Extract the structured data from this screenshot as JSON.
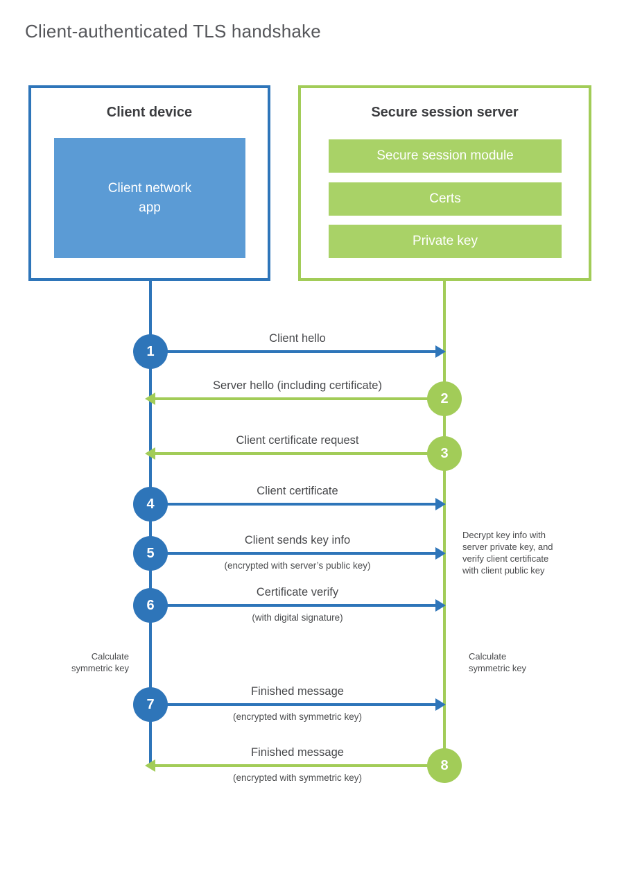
{
  "page": {
    "title": "Client-authenticated TLS handshake"
  },
  "colors": {
    "blue_line": "#2e75b9",
    "blue_fill": "#5b9bd5",
    "green_line": "#a2cc58",
    "green_fill": "#a9d267",
    "text_dark": "#3c3d40",
    "text_gray": "#47484b"
  },
  "client_box": {
    "title": "Client device",
    "app_label": "Client network\napp"
  },
  "server_box": {
    "title": "Secure session server",
    "modules": [
      "Secure session module",
      "Certs",
      "Private key"
    ]
  },
  "messages": [
    {
      "num": "1",
      "label": "Client hello",
      "sublabel": "",
      "direction": "right",
      "color": "blue"
    },
    {
      "num": "2",
      "label": "Server hello (including certificate)",
      "sublabel": "",
      "direction": "left",
      "color": "green"
    },
    {
      "num": "3",
      "label": "Client certificate request",
      "sublabel": "",
      "direction": "left",
      "color": "green"
    },
    {
      "num": "4",
      "label": "Client certificate",
      "sublabel": "",
      "direction": "right",
      "color": "blue"
    },
    {
      "num": "5",
      "label": "Client sends key info",
      "sublabel": "(encrypted with server’s public key)",
      "direction": "right",
      "color": "blue"
    },
    {
      "num": "6",
      "label": "Certificate verify",
      "sublabel": "(with digital signature)",
      "direction": "right",
      "color": "blue"
    },
    {
      "num": "7",
      "label": "Finished message",
      "sublabel": "(encrypted with symmetric key)",
      "direction": "right",
      "color": "blue"
    },
    {
      "num": "8",
      "label": "Finished message",
      "sublabel": "(encrypted with symmetric key)",
      "direction": "left",
      "color": "green"
    }
  ],
  "annotations": {
    "decrypt_note": "Decrypt key info with\nserver private key, and\nverify client certificate\nwith client public key",
    "calc_left": "Calculate\nsymmetric key",
    "calc_right": "Calculate\nsymmetric key"
  }
}
